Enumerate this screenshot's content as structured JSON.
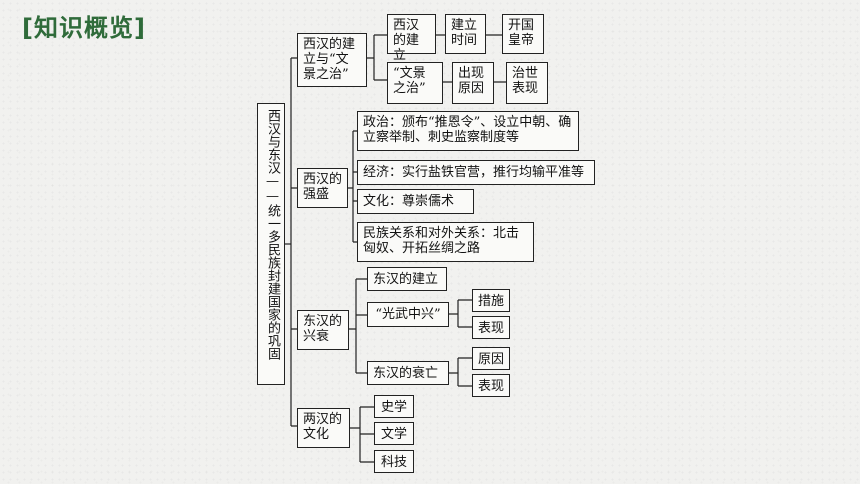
{
  "heading": "[知识概览]",
  "root": "西汉与东汉——统一多民族封建国家的巩固",
  "branches": {
    "b1": "西汉的建立与“文景之治”",
    "b2": "西汉的强盛",
    "b3": "东汉的兴衰",
    "b4": "两汉的文化"
  },
  "b1_children": {
    "founding": "西汉的建立",
    "time": "建立时间",
    "emperor": "开国皇帝",
    "wenjing": "“文景之治”",
    "cause": "出现原因",
    "effect": "治世表现"
  },
  "b2_children": {
    "politics": "政治：颁布“推恩令”、设立中朝、确立察举制、刺史监察制度等",
    "economy": "经济：实行盐铁官营，推行均输平准等",
    "culture": "文化：尊崇儒术",
    "ethnic": "民族关系和对外关系：北击匈奴、开拓丝绸之路"
  },
  "b3_children": {
    "founding": "东汉的建立",
    "revival": "“光武中兴”",
    "measures": "措施",
    "performance": "表现",
    "decline": "东汉的衰亡",
    "reason": "原因",
    "manifestation": "表现"
  },
  "b4_children": {
    "history": "史学",
    "literature": "文学",
    "science": "科技"
  }
}
